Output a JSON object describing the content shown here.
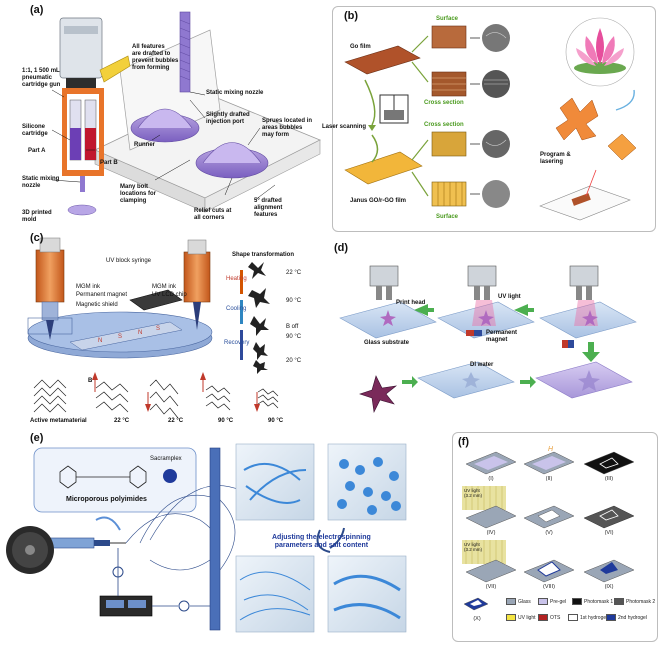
{
  "panels": {
    "a": {
      "tag": "(a)",
      "labels": {
        "cartridge_gun": "1:1, 1 500 mL\npneumatic\ncartridge gun",
        "features": "All features\nare drafted to\nprevent bubbles\nfrom forming",
        "static_nozzle_top": "Static mixing nozzle",
        "silicone": "Silicone\ncartridge",
        "injection": "Slightly drafted\ninjection port",
        "sprues": "Sprues located in\nareas bubbles\nmay form",
        "part_a": "Part A",
        "part_b": "Part B",
        "runner": "Runner",
        "static_nozzle_left": "Static mixing\nnozzle",
        "bolt": "Many bolt\nlocations for\nclamping",
        "printed_mold": "3D printed\nmold",
        "relief": "Relief cuts at\nall corners",
        "drafted": "5° drafted\nalignment\nfeatures"
      }
    },
    "b": {
      "tag": "(b)",
      "labels": {
        "surface_top": "Surface",
        "go_film": "Go film",
        "cross_top": "Cross section",
        "laser": "Laser scanning",
        "cross_bottom": "Cross section",
        "janus": "Janus GO/r-GO film",
        "surface_bottom": "Surface",
        "program": "Program &\nlasering"
      }
    },
    "c": {
      "tag": "(c)",
      "labels": {
        "uv_syringe": "UV block syringe",
        "mgm_ink_left": "MGM ink",
        "magnet": "Permanent magnet",
        "shield": "Magnetic shield",
        "mgm_ink_right": "MGM ink",
        "uv_chip": "UV LCD chip",
        "shape_title": "Shape transformation",
        "heating": "Heating",
        "cooling": "Cooling",
        "recovery": "Recovery",
        "t1": "22 °C",
        "t2": "90 °C",
        "b_off": "B off",
        "t3": "90 °C",
        "t4": "20 °C",
        "active": "Active metamaterial",
        "bt1": "22 °C",
        "bt2": "22 °C",
        "bt3": "90 °C",
        "bt4": "90 °C",
        "b": "B"
      }
    },
    "d": {
      "tag": "(d)",
      "labels": {
        "print_head": "Print head",
        "uv_light": "UV light",
        "glass": "Glass substrate",
        "magnet": "Permanent\nmagnet",
        "di_water": "DI water"
      }
    },
    "e": {
      "tag": "(e)",
      "labels": {
        "sacrum": "Sacramplex",
        "microporous": "Microporous polyimides",
        "adjust": "Adjusting the electrospinning\nparameters and salt content"
      }
    },
    "f": {
      "tag": "(f)",
      "step_labels": [
        "(I)",
        "(II)",
        "(III)",
        "(IV)",
        "(V)",
        "(VI)",
        "(VII)",
        "(VIII)",
        "(IX)",
        "(X)"
      ],
      "uv_tag": "UV light\n(3.2 mm)",
      "h_label": "H",
      "legend": [
        {
          "label": "Glass",
          "color": "#9aa6b6"
        },
        {
          "label": "Pre-gel",
          "color": "#c9c3ea"
        },
        {
          "label": "Photomask 1",
          "color": "#111111"
        },
        {
          "label": "Photomask 2",
          "color": "#555555"
        },
        {
          "label": "UV light",
          "color": "#f4e542"
        },
        {
          "label": "OTS",
          "color": "#b22222"
        },
        {
          "label": "1st hydrogel",
          "color": "#ffffff"
        },
        {
          "label": "2nd hydrogel",
          "color": "#1f3a9b"
        }
      ]
    }
  }
}
